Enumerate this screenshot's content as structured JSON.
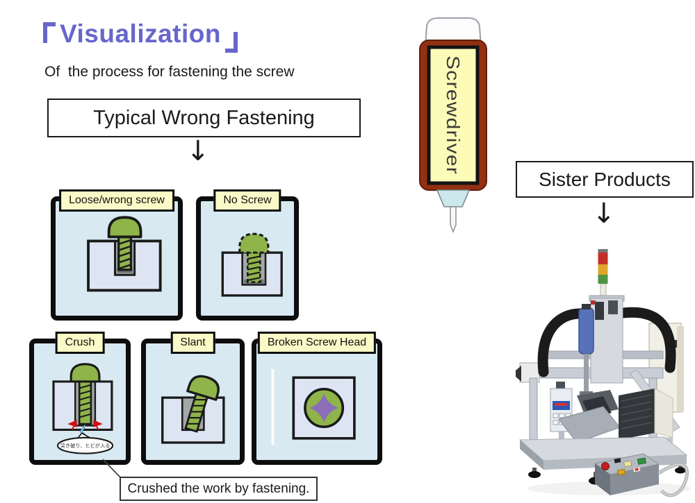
{
  "header": {
    "title": "Visualization",
    "title_brackets": "「」",
    "subtitle": "Of  the process for fastening the screw"
  },
  "left_flow": {
    "box_label": "Typical Wrong Fastening",
    "arrow": "↓"
  },
  "panels": [
    {
      "label": "Loose/wrong screw"
    },
    {
      "label": "No Screw"
    },
    {
      "label": "Crush",
      "bubble_text": "突き破り、ヒビが入る"
    },
    {
      "label": "Slant"
    },
    {
      "label": "Broken Screw Head"
    }
  ],
  "screwdriver": {
    "label": "Screwdriver"
  },
  "right_flow": {
    "box_label": "Sister Products",
    "arrow": "↓"
  },
  "footer": {
    "note": "Crushed the work by fastening."
  },
  "colors": {
    "title_purple": "#6666cc",
    "label_yellow": "#fafac8",
    "panel_blue": "#d8e9f2",
    "screw_green": "#8fb44a",
    "work_block": "#dee5f2",
    "driver_brown": "#943012",
    "star_purple": "#8a6fb8"
  }
}
